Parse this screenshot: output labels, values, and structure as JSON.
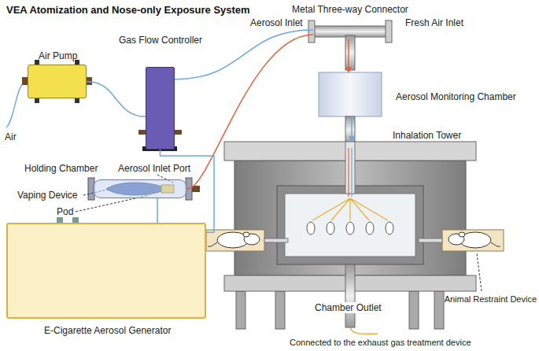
{
  "diagram": {
    "title": "VEA Atomization and Nose-only Exposure System",
    "nodes": [
      {
        "text": [
          "Air Pump"
        ]
      },
      {
        "text": [
          "Gas Flow Controller"
        ]
      },
      {
        "text": [
          "Holding Chamber"
        ]
      },
      {
        "text": [
          "E-Cigarette Aerosol Generator"
        ]
      },
      {
        "text": [
          "Metal Three-way Connector"
        ]
      },
      {
        "text": [
          "Aerosol Monitoring Chamber"
        ]
      },
      {
        "text": [
          "Inhalation Tower"
        ]
      }
    ],
    "edges": [
      {
        "from": 0,
        "to": 1,
        "arrow": "none"
      },
      {
        "from": 1,
        "to": 4,
        "arrow": "none"
      },
      {
        "from": 2,
        "to": 4,
        "arrow": "none"
      },
      {
        "from": 3,
        "to": 2,
        "arrow": "none"
      },
      {
        "from": 3,
        "to": 1,
        "arrow": "none"
      },
      {
        "from": 4,
        "to": 5,
        "arrow": "to"
      },
      {
        "from": 5,
        "to": 6,
        "arrow": "to"
      }
    ],
    "labels": [
      "Air",
      "Aerosol Inlet Port",
      "Vaping Device",
      "Pod",
      "Aerosol Inlet",
      "Fresh Air Inlet",
      "Animal Restraint Device",
      "Chamber Outlet",
      "Connected to the exhaust gas treatment device"
    ]
  }
}
